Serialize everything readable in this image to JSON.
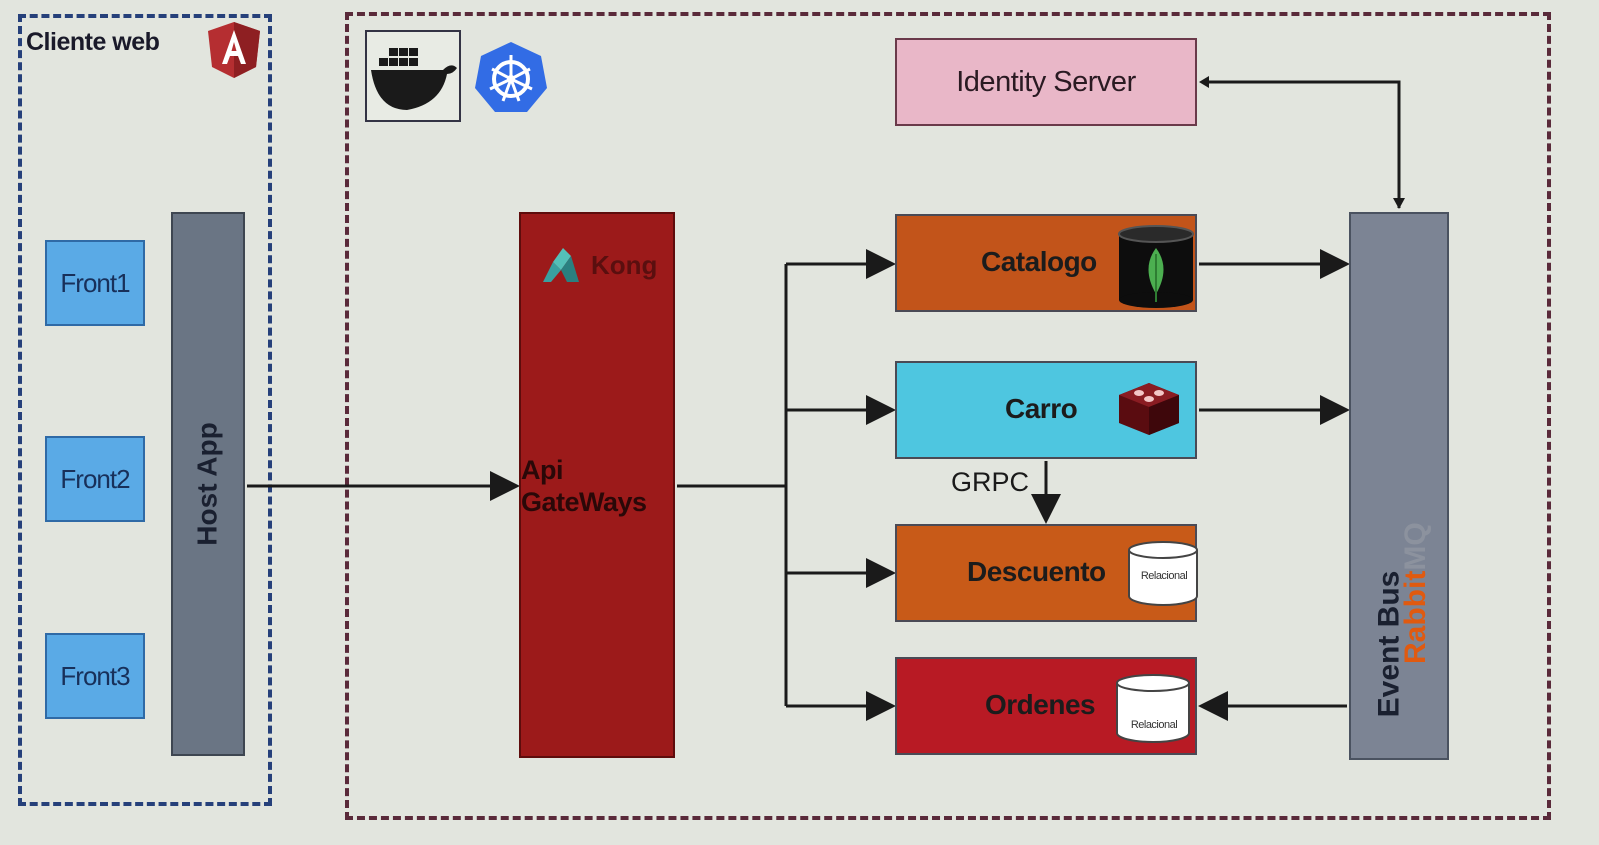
{
  "client": {
    "title": "Cliente web",
    "icon": "angular-logo-icon",
    "fronts": [
      "Front1",
      "Front2",
      "Front3"
    ],
    "host_app": "Host App"
  },
  "cluster": {
    "icons": [
      "docker-logo-icon",
      "kubernetes-logo-icon"
    ],
    "gateway": {
      "line1": "Api",
      "line2": "GateWays",
      "vendor": "Kong"
    },
    "identity": "Identity Server",
    "services": {
      "catalogo": "Catalogo",
      "carro": "Carro",
      "descuento": "Descuento",
      "ordenes": "Ordenes"
    },
    "grpc": "GRPC",
    "db_label": "Relacional",
    "event_bus": "Event Bus",
    "rabbit": {
      "part1": "Rabbit",
      "part2": "MQ"
    }
  },
  "colors": {
    "background": "#e2e5de",
    "client_border": "#26407a",
    "cluster_border": "#5a2a3a",
    "front": "#5aaae6",
    "host_app": "#6a7584",
    "gateway": "#9c1a1a",
    "identity": "#e9b7c8",
    "catalogo": "#c2541a",
    "carro": "#4ec6e0",
    "descuento": "#c85a18",
    "ordenes": "#b81a24",
    "event_bus": "#7c8494",
    "rabbit": "#e05a10"
  }
}
